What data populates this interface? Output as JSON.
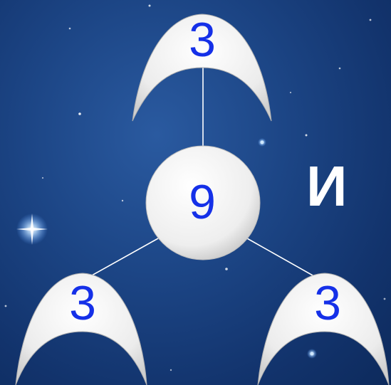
{
  "diagram": {
    "top_number": "3",
    "center_number": "9",
    "left_number": "3",
    "right_number": "3",
    "side_letter": "И"
  },
  "colors": {
    "background": "#1c4585",
    "number_text": "#1530e8",
    "shape_fill": "#f2f2f2",
    "connector": "#ffffff",
    "letter_text": "#ffffff"
  }
}
